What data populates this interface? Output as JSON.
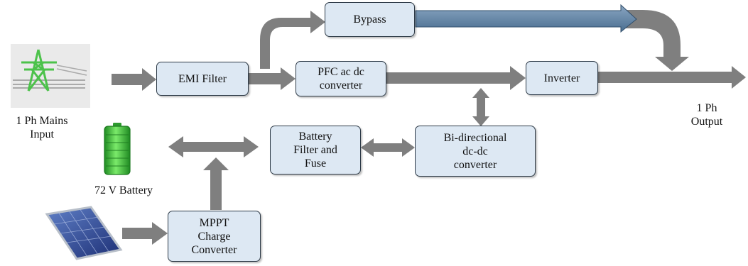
{
  "blocks": {
    "bypass": "Bypass",
    "emi_filter": "EMI Filter",
    "pfc": "PFC ac dc\nconverter",
    "inverter": "Inverter",
    "battery_filter": "Battery\nFilter and\nFuse",
    "bidirectional": "Bi-directional\ndc-dc\nconverter",
    "mppt": "MPPT\nCharge\nConverter"
  },
  "labels": {
    "mains_input": "1 Ph Mains\nInput",
    "output": "1 Ph\nOutput",
    "battery": "72 V Battery"
  },
  "icons": {
    "mains": "power-tower-icon",
    "battery": "battery-icon",
    "solar": "solar-panel-icon"
  },
  "colors": {
    "block_fill": "#dde8f3",
    "block_border": "#2d3a47",
    "arrow": "#7f7f7f",
    "bypass_arrow": "#4a6e90",
    "battery_green": "#37c23a",
    "tower_green": "#4cc24a"
  }
}
